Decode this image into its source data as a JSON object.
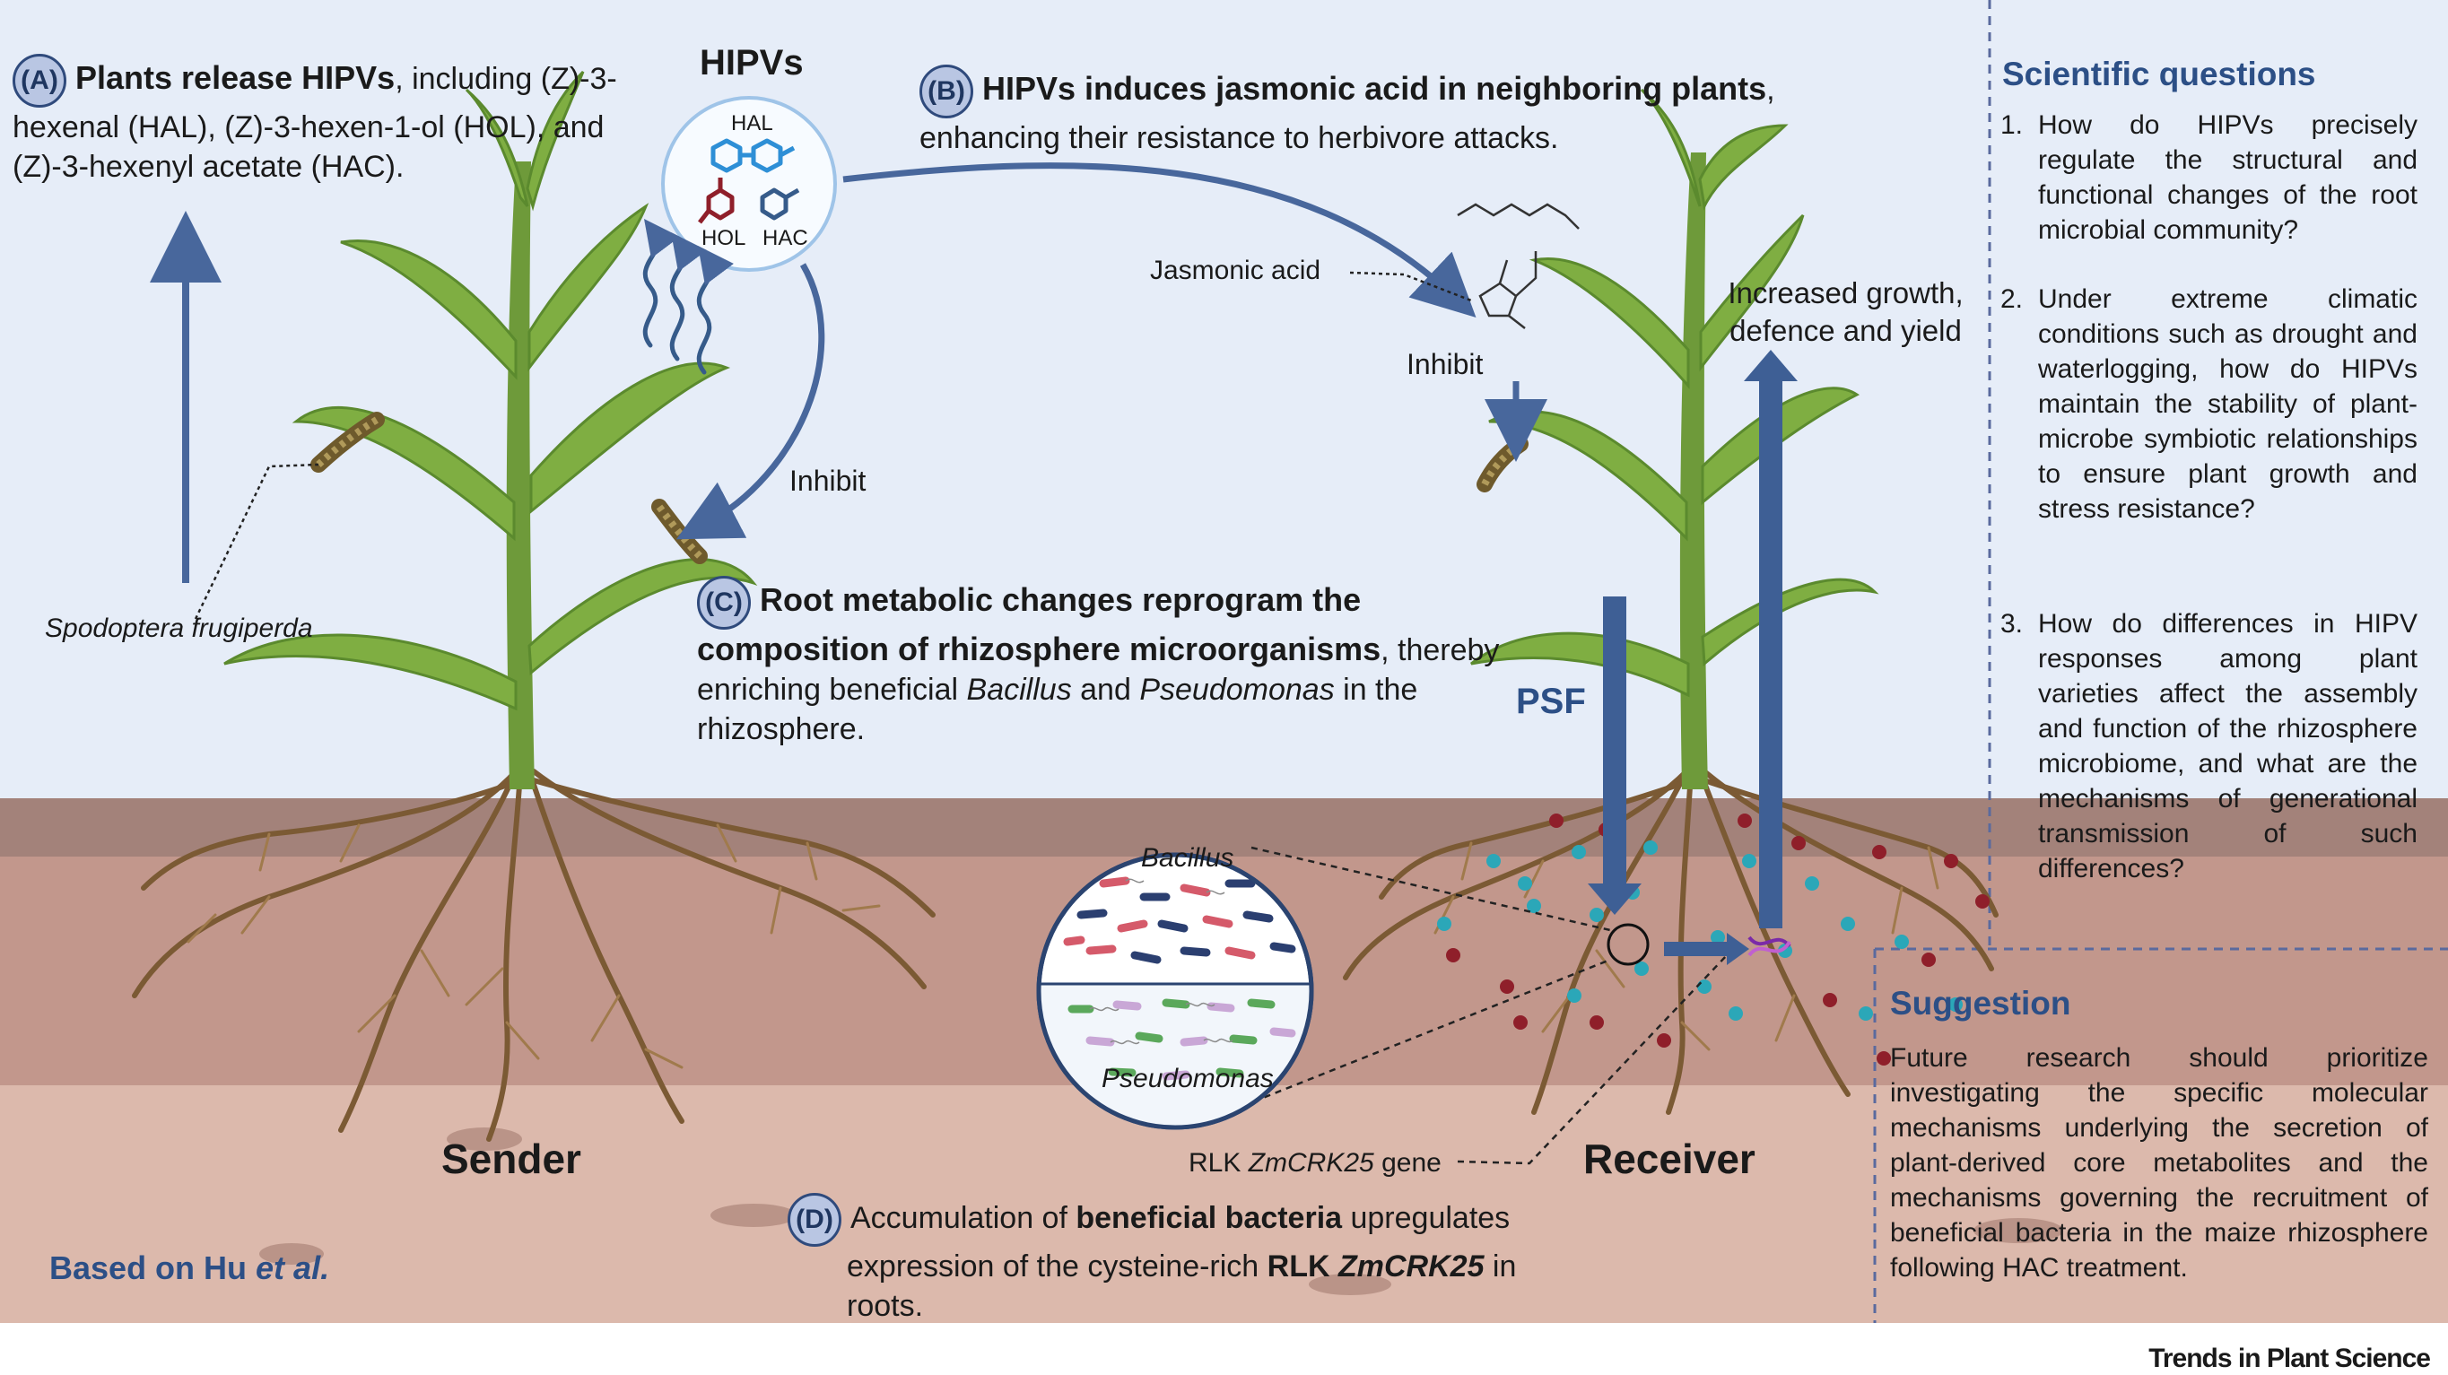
{
  "panel_a": {
    "badge": "(A)",
    "title": "Plants release HIPVs",
    "text": ", including (Z)-3-hexenal (HAL), (Z)-3-hexen-1-ol (HOL), and (Z)-3-hexenyl acetate (HAC)."
  },
  "hipvs": {
    "title": "HIPVs",
    "hal": "HAL",
    "hol": "HOL",
    "hac": "HAC"
  },
  "panel_b": {
    "badge": "(B)",
    "title": "HIPVs induces jasmonic acid in neighboring plants",
    "text": ", enhancing their resistance to herbivore attacks."
  },
  "panel_c": {
    "badge": "(C)",
    "title": "Root metabolic changes reprogram the composition of rhizosphere microorganisms",
    "text_1": ", thereby enriching beneficial ",
    "genus_1": "Bacillus",
    "text_2": " and ",
    "genus_2": "Pseudomonas",
    "text_3": " in the rhizosphere."
  },
  "panel_d": {
    "badge": "(D)",
    "text_1": "Accumulation of ",
    "bold_1": "beneficial bacteria",
    "text_2": " upregulates expression of the cysteine-rich ",
    "bold_2": "RLK ",
    "bold_italic": "ZmCRK25",
    "text_3": " in roots."
  },
  "labels": {
    "inhibit_left": "Inhibit",
    "inhibit_right": "Inhibit",
    "jasmonic_acid": "Jasmonic acid",
    "increased_growth": "Increased growth, defence and yield",
    "psf": "PSF",
    "spodoptera": "Spodoptera frugiperda",
    "sender": "Sender",
    "receiver": "Receiver",
    "bacillus": "Bacillus",
    "pseudomonas": "Pseudomonas",
    "rlk_prefix": "RLK ",
    "rlk_gene": "ZmCRK25",
    "rlk_suffix": " gene",
    "based_on_prefix": "Based on Hu ",
    "based_on_italic": "et al."
  },
  "scientific_questions": {
    "heading": "Scientific questions",
    "items": [
      {
        "num": "1.",
        "text": "How do HIPVs precisely regulate the structural and functional changes of the root microbial community?"
      },
      {
        "num": "2.",
        "text": "Under extreme climatic conditions such as drought and waterlogging, how do HIPVs maintain the stability of plant-microbe symbiotic relationships to ensure plant growth and stress resistance?"
      },
      {
        "num": "3.",
        "text": "How do differences in HIPV responses among plant varieties affect the assembly and function of the rhizosphere microbiome, and what are the mechanisms of generational transmission of such differences?"
      }
    ]
  },
  "suggestion": {
    "heading": "Suggestion",
    "text": "Future research should prioritize investigating the specific molecular mechanisms underlying the secretion of plant-derived core metabolites and the mechanisms governing the recruitment of beneficial bacteria in the maize rhizosphere following HAC treatment."
  },
  "journal": "Trends in Plant Science",
  "colors": {
    "sky": "#e6edf8",
    "soil_top": "#a3827a",
    "soil_mid": "#c2978c",
    "soil_bottom": "#dcb9ac",
    "arrow": "#48679c",
    "heading": "#2c4f86"
  }
}
